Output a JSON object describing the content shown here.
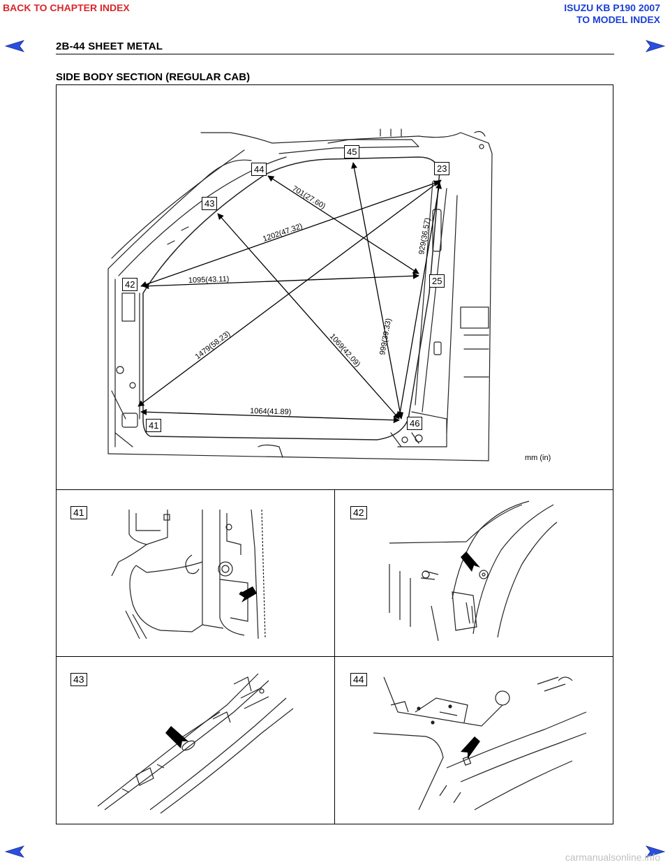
{
  "nav": {
    "back_chapter": "BACK TO CHAPTER INDEX",
    "model_title": "ISUZU KB P190 2007",
    "to_model": "TO MODEL INDEX"
  },
  "header": {
    "page_ref": "2B-44  SHEET METAL"
  },
  "section_title": "SIDE BODY SECTION (REGULAR CAB)",
  "diagram": {
    "unit_note": "mm (in)",
    "points": [
      "41",
      "42",
      "43",
      "44",
      "45",
      "23",
      "25",
      "46"
    ],
    "dimensions": {
      "d701": "701(27.60)",
      "d1202": "1202(47.32)",
      "d929": "929(36.57)",
      "d1095": "1095(43.11)",
      "d1479": "1479(58.23)",
      "d1069": "1069(42.09)",
      "d999": "999(39.33)",
      "d1064": "1064(41.89)"
    }
  },
  "details": [
    "41",
    "42",
    "43",
    "44"
  ],
  "watermark": "carmanualsonline.info",
  "colors": {
    "nav_red": "#d8262b",
    "nav_blue": "#1a3fd6",
    "arrow_blue": "#2a4fe0"
  }
}
